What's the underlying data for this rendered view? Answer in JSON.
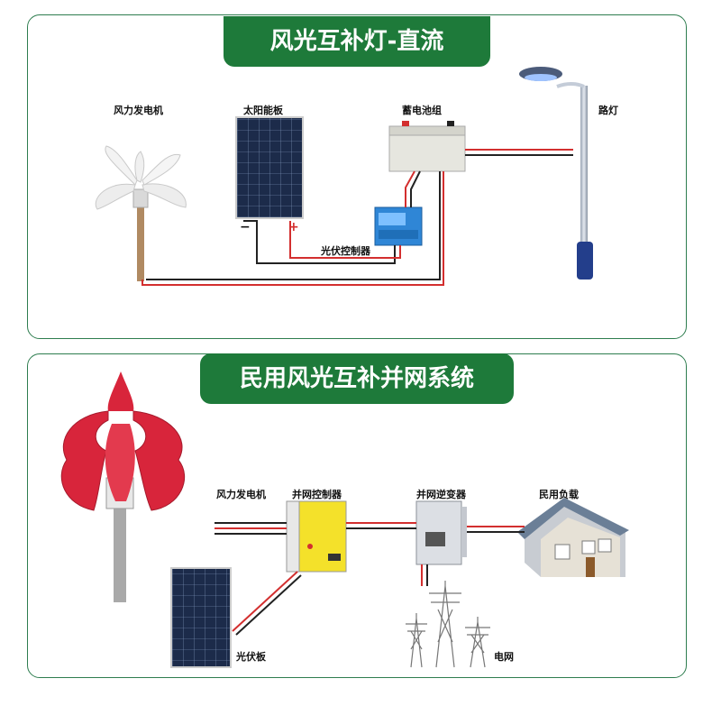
{
  "top": {
    "title": "风光互补灯-直流",
    "labels": {
      "wind_turbine": "风力发电机",
      "solar_panel": "太阳能板",
      "battery": "蓄电池组",
      "street_light": "路灯",
      "controller": "光伏控制器",
      "minus": "−",
      "plus": "+"
    }
  },
  "bottom": {
    "title": "民用风光互补并网系统",
    "labels": {
      "wind_turbine": "风力发电机",
      "grid_controller": "并网控制器",
      "grid_inverter": "并网逆变器",
      "home_load": "民用负载",
      "solar_panel": "光伏板",
      "grid": "电网"
    }
  },
  "colors": {
    "accent_green": "#1e7a3a",
    "wire_red": "#d32f2f",
    "wire_black": "#222222",
    "turbine_red": "#d8253b"
  }
}
